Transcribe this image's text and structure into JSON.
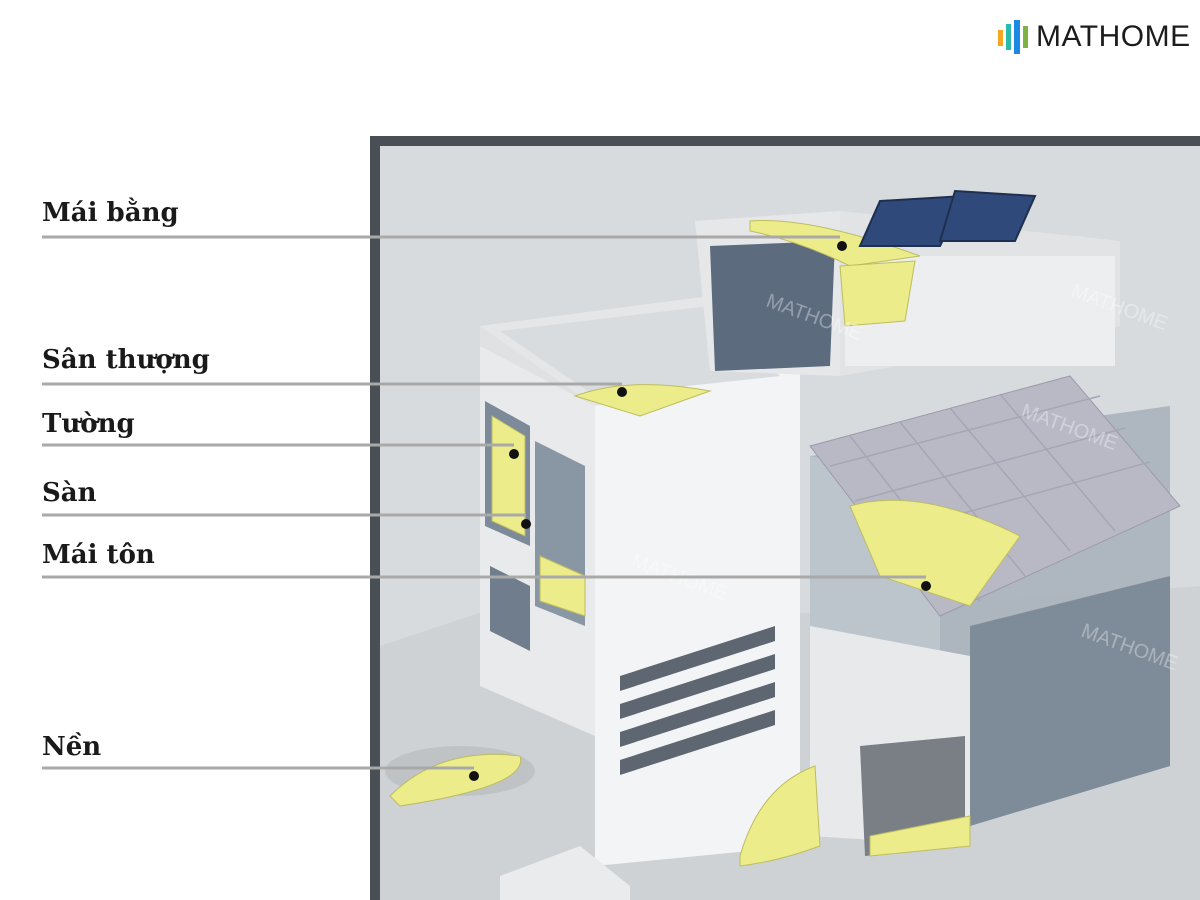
{
  "brand": {
    "name": "MATHOME",
    "colors": [
      "#f5a623",
      "#2bbbad",
      "#1e88e5",
      "#7cb342"
    ],
    "text_color": "#1c1c1c"
  },
  "diagram": {
    "accent_insulation": "#ecec8a",
    "labels": [
      {
        "id": "mai-bang",
        "text": "Mái bằng"
      },
      {
        "id": "san-thuong",
        "text": "Sân thượng"
      },
      {
        "id": "tuong",
        "text": "Tường"
      },
      {
        "id": "san",
        "text": "Sàn"
      },
      {
        "id": "mai-ton",
        "text": "Mái tôn"
      },
      {
        "id": "nen",
        "text": "Nền"
      }
    ]
  }
}
